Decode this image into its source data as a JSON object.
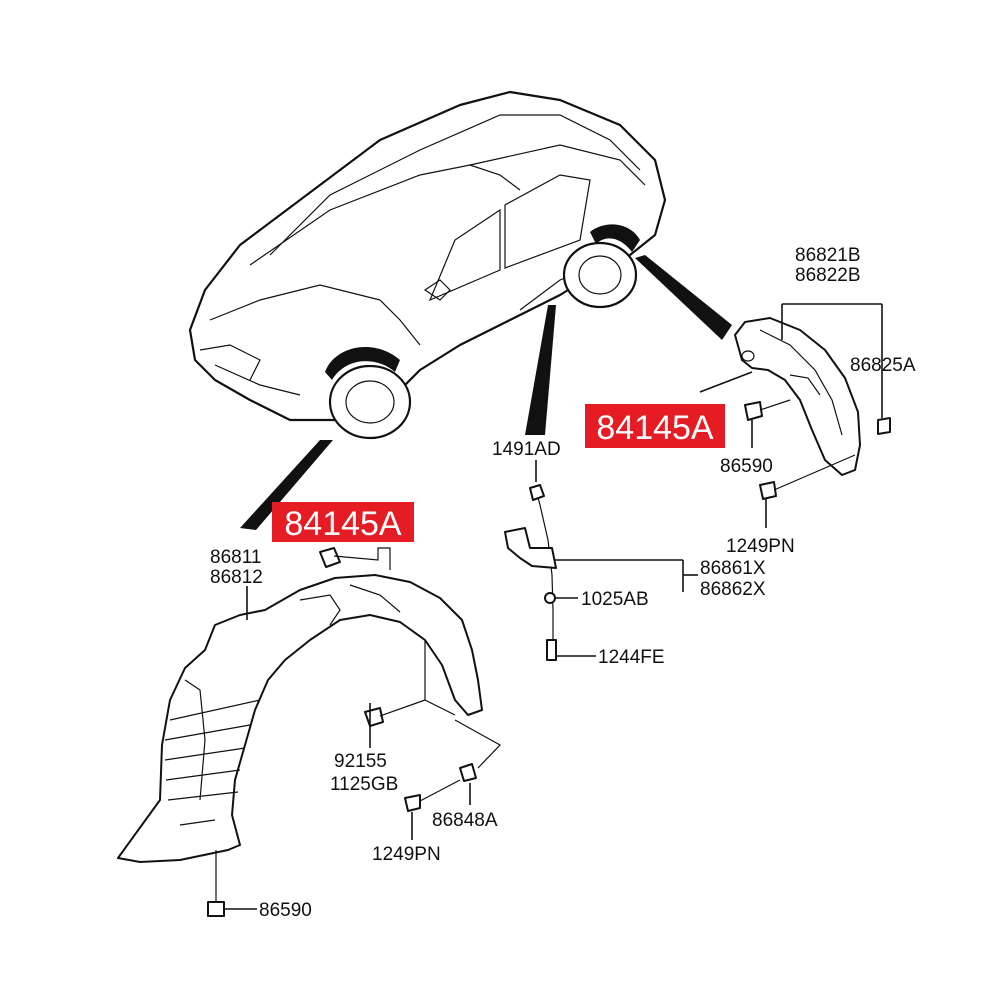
{
  "highlight_color": "#e51c23",
  "callouts": {
    "highlight_front": "84145A",
    "highlight_rear": "84145A",
    "front_liner_1": "86811",
    "front_liner_2": "86812",
    "front_screw_a": "92155",
    "front_screw_b": "1125GB",
    "front_clip": "86848A",
    "front_bolt": "1249PN",
    "front_nut": "86590",
    "side_clip": "1491AD",
    "side_bracket_1": "86861X",
    "side_bracket_2": "86862X",
    "side_washer": "1025AB",
    "side_screw": "1244FE",
    "rear_liner_1": "86821B",
    "rear_liner_2": "86822B",
    "rear_clip": "86825A",
    "rear_nut": "86590",
    "rear_bolt": "1249PN"
  }
}
